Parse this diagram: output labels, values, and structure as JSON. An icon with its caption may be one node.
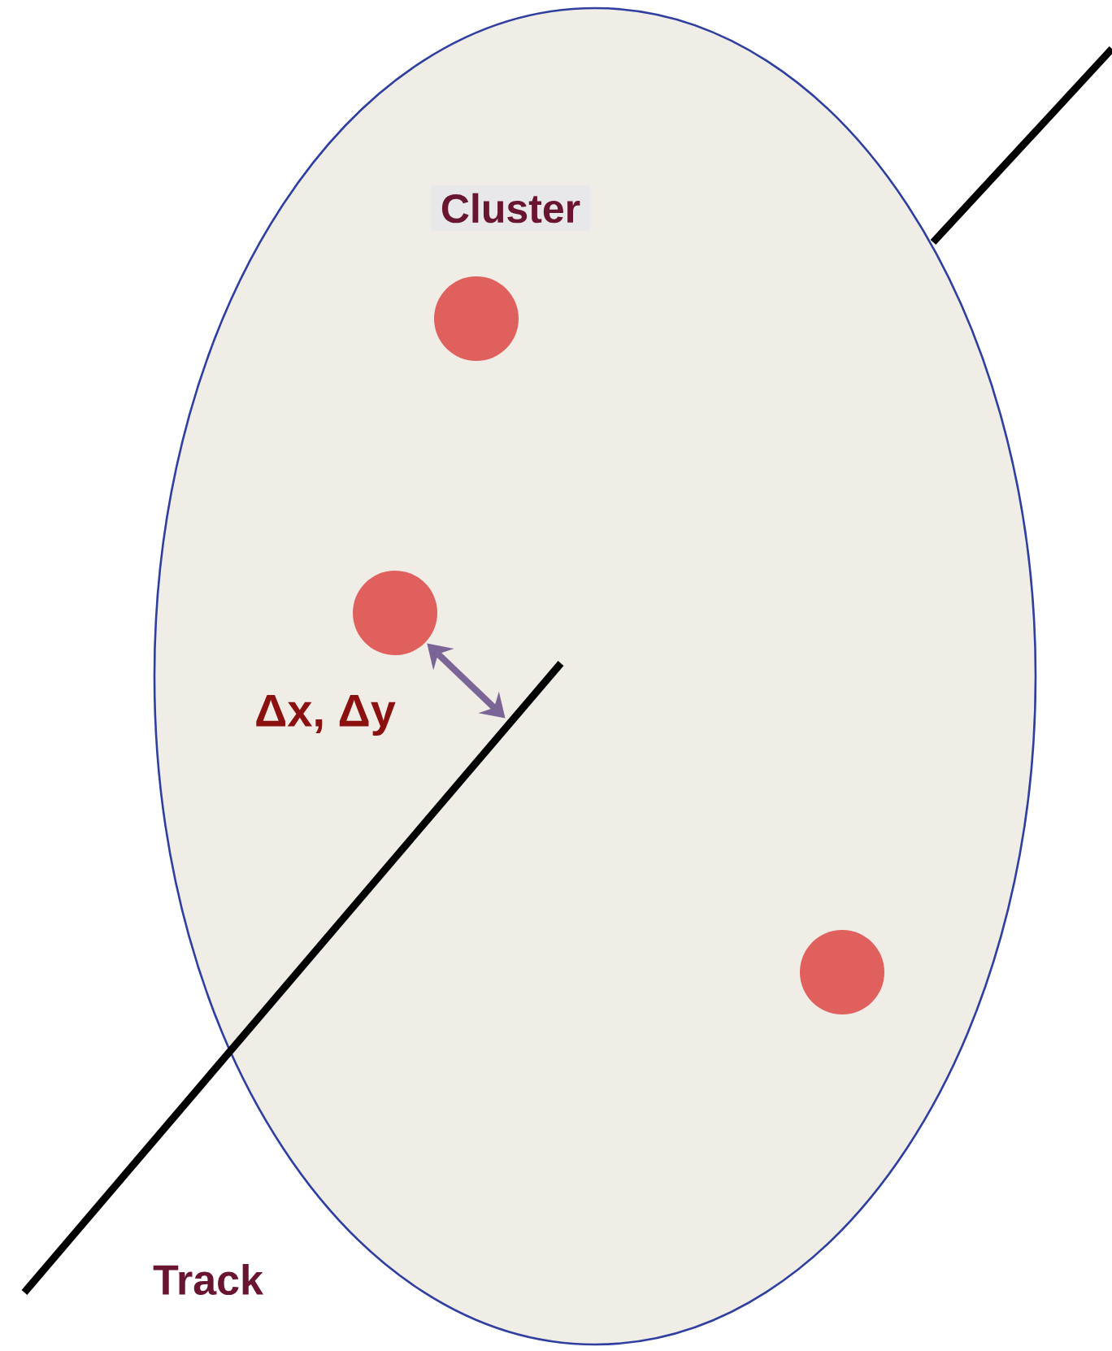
{
  "diagram": {
    "nodes": [
      {
        "text": [
          "Cluster"
        ]
      },
      {
        "text": [],
        "shape": "circle",
        "in": 0
      },
      {
        "text": [],
        "shape": "circle",
        "in": 0
      },
      {
        "text": [],
        "shape": "circle",
        "in": 0
      },
      {
        "text": [
          "Track"
        ]
      }
    ],
    "edges": [
      {
        "from": 2,
        "to": 4,
        "arrow": "both",
        "label": "Δx, Δy"
      }
    ]
  }
}
